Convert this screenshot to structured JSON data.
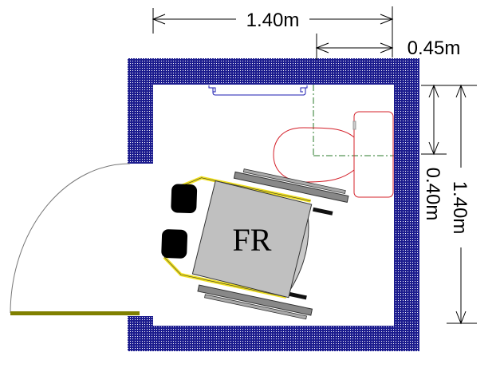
{
  "dimensions": {
    "top_width": "1.40m",
    "toilet_offset": "0.45m",
    "toilet_depth": "0.40m",
    "right_height": "1.40m"
  },
  "wheelchair": {
    "label": "FR"
  },
  "colors": {
    "wall": "#1c1c8e",
    "toilet": "#d4202a",
    "centerline": "#2a7a2a",
    "grab_bar": "#1c1cb0",
    "door_leaf": "#808000",
    "wheelchair_seat": "#c0c0c0",
    "wheelchair_frame": "#f0e020"
  }
}
